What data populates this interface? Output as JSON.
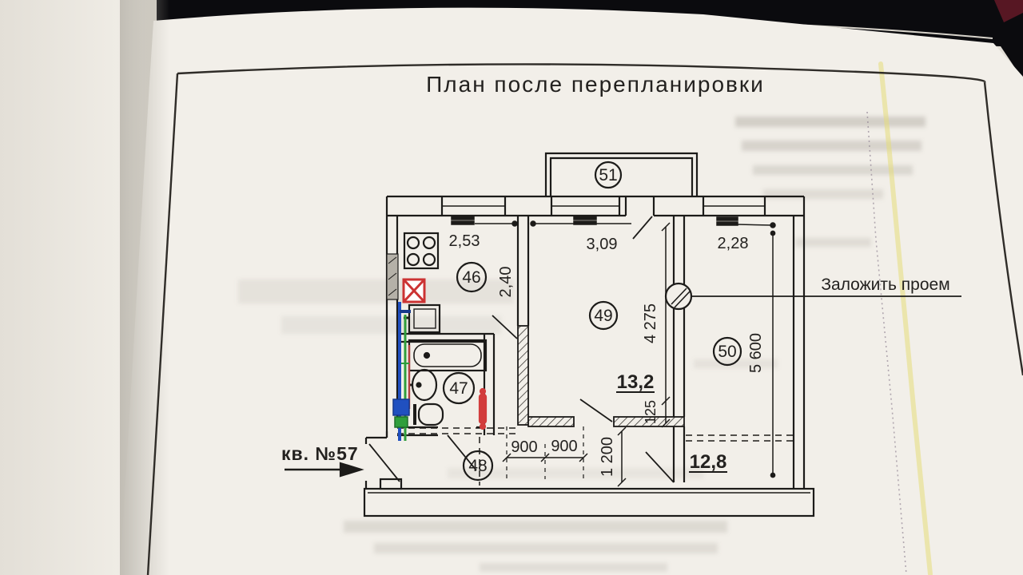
{
  "document": {
    "title": "План после перепланировки",
    "apartment_label": "кв. №57",
    "annotation_fill_opening": "Заложить проем",
    "rooms": [
      {
        "number": "46"
      },
      {
        "number": "47"
      },
      {
        "number": "48"
      },
      {
        "number": "49",
        "area": "13,2"
      },
      {
        "number": "50",
        "area": "12,8"
      },
      {
        "number": "51"
      }
    ],
    "dimensions": {
      "kitchen_width": "2,53",
      "kitchen_depth": "2,40",
      "room49_width": "3,09",
      "room50_width": "2,28",
      "wall_49_50_length": "4 275",
      "partition": "125",
      "opening_width": "1 200",
      "room50_depth": "5 600",
      "door_left": "900",
      "door_right": "900"
    },
    "colors": {
      "pipe_blue": "#2050c0",
      "pipe_green": "#2f9e3c",
      "accent_red": "#d23c3c",
      "highlighter": "#e6dd7a",
      "page": "#f2efe9"
    }
  }
}
